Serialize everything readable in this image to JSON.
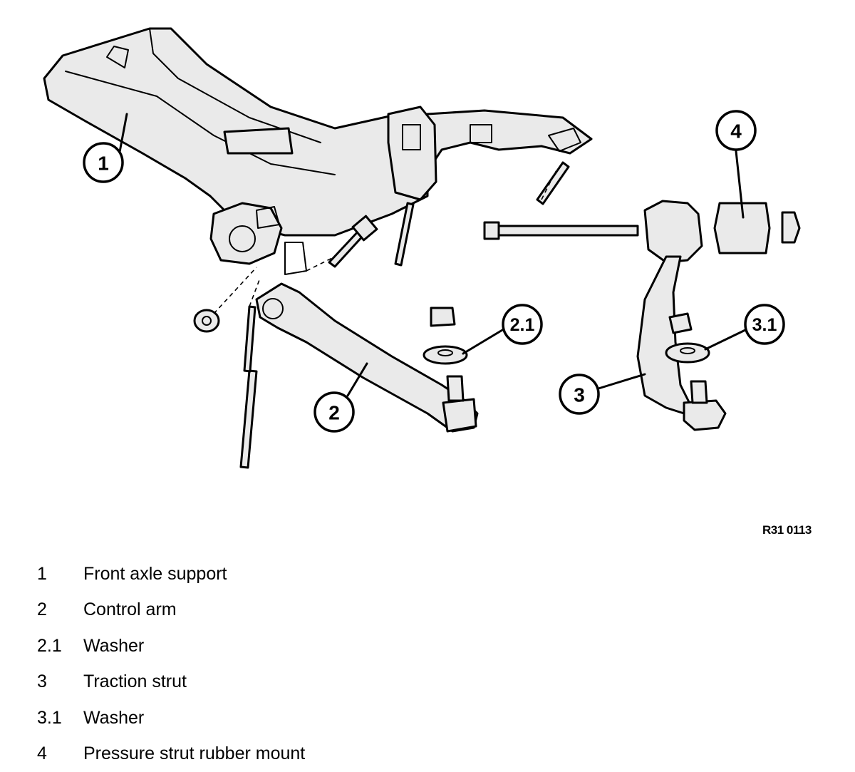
{
  "callouts": {
    "c1": "1",
    "c2": "2",
    "c21": "2.1",
    "c3": "3",
    "c31": "3.1",
    "c4": "4"
  },
  "reference_code": "R31 0113",
  "legend": [
    {
      "num": "1",
      "label": "Front axle support"
    },
    {
      "num": "2",
      "label": "Control arm"
    },
    {
      "num": "2.1",
      "label": "Washer"
    },
    {
      "num": "3",
      "label": "Traction strut"
    },
    {
      "num": "3.1",
      "label": "Washer"
    },
    {
      "num": "4",
      "label": "Pressure strut rubber mount"
    }
  ]
}
